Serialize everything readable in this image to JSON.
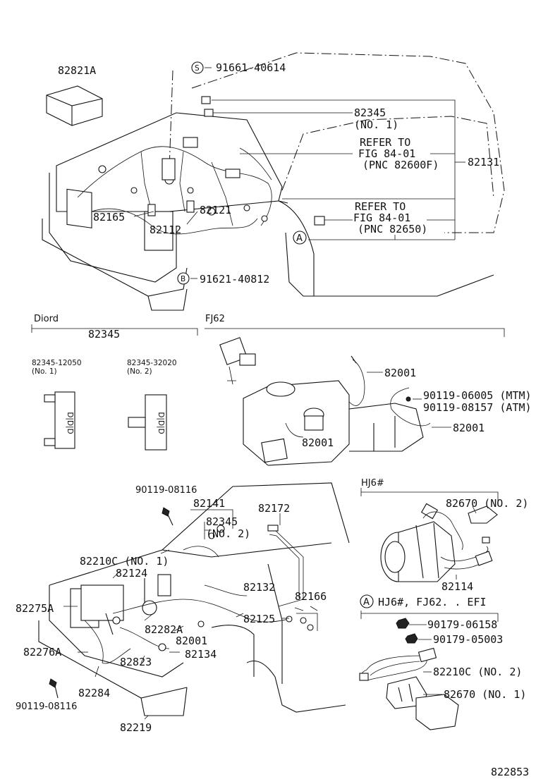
{
  "labels": {
    "p82821A": "82821A",
    "s91661": "91661-40614",
    "p82345a": "82345",
    "p82345a_sub": "(NO. 1)",
    "refer1_l1": "REFER TO",
    "refer1_l2": "FIG 84-01",
    "refer1_l3": "(PNC 82600F)",
    "p82131": "82131",
    "refer2_l1": "REFER TO",
    "refer2_l2": "FIG 84-01",
    "refer2_l3": "(PNC 82650)",
    "p82165": "82165",
    "p82121": "82121",
    "p82112": "82112",
    "b91621": "91621-40812",
    "diord": "Diord",
    "diord_pnc": "82345",
    "d1_part": "82345-12050",
    "d1_no": "(No. 1)",
    "d2_part": "82345-32020",
    "d2_no": "(No. 2)",
    "fj62": "FJ62",
    "p82001a": "82001",
    "p90119_06005": "90119-06005 (MTM)",
    "p90119_08157": "90119-08157 (ATM)",
    "p82001b": "82001",
    "p82001c": "82001",
    "p90119_08116a": "90119-08116",
    "p82141": "82141",
    "p82172": "82172",
    "p82345b": "82345",
    "p82345b_sub": "(NO. 2)",
    "p82210c1": "82210C (NO. 1)",
    "p82124": "82124",
    "p82132": "82132",
    "p82166": "82166",
    "p82275A": "82275A",
    "p82282A": "82282A",
    "p82125": "82125",
    "p82001d": "82001",
    "p82276A": "82276A",
    "p82134": "82134",
    "p82823": "82823",
    "p82284": "82284",
    "p90119_08116b": "90119-08116",
    "p82219": "82219",
    "hj6": "HJ6#",
    "p82670_2": "82670 (NO. 2)",
    "p82114": "82114",
    "efi_title": "HJ6#, FJ62. . EFI",
    "p90179_06158": "90179-06158",
    "p90179_05003": "90179-05003",
    "p82210c2": "82210C (NO. 2)",
    "p82670_1": "82670 (NO. 1)",
    "fig_no": "822853",
    "mark_s": "S",
    "mark_b": "B",
    "mark_a1": "A",
    "mark_a2": "A",
    "diode_text": "D|D|D"
  }
}
